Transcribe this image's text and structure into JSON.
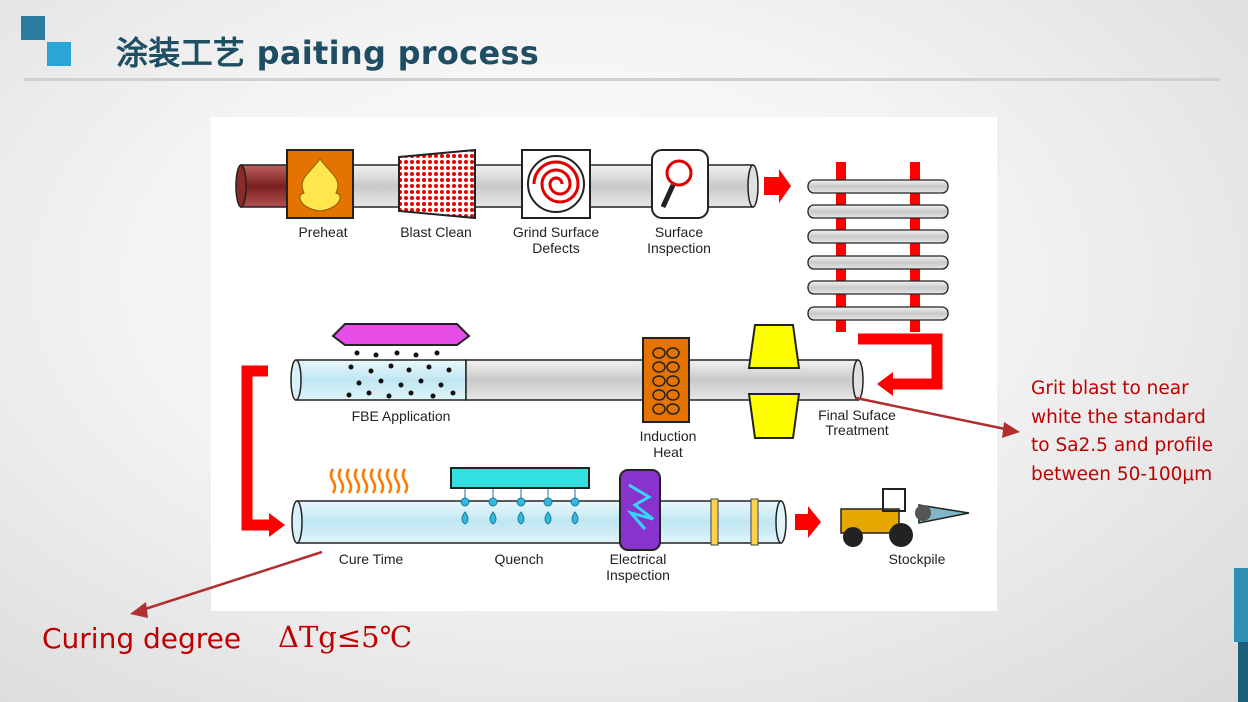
{
  "title": "涂装工艺 paiting process",
  "diagram": {
    "steps_row1": [
      "Preheat",
      "Blast Clean",
      "Grind Surface\nDefects",
      "Surface\nInspection"
    ],
    "steps_row2": [
      "FBE Application",
      "Induction\nHeat",
      "Final Suface\nTreatment"
    ],
    "steps_row3": [
      "Cure Time",
      "Quench",
      "Electrical\nInspection",
      "Stockpile"
    ]
  },
  "annotations": {
    "grit_blast": "Grit blast  to near\nwhite  the standard\nto Sa2.5 and profile\nbetween 50-100μm",
    "curing_label": "Curing degree",
    "curing_value": "ΔTg≤5℃"
  },
  "colors": {
    "title": "#1f4e63",
    "annotation": "#c00000",
    "arrow_red": "#ff0000",
    "pipe_grey": "#d9d9d9",
    "pipe_blue": "#cdeef7"
  }
}
